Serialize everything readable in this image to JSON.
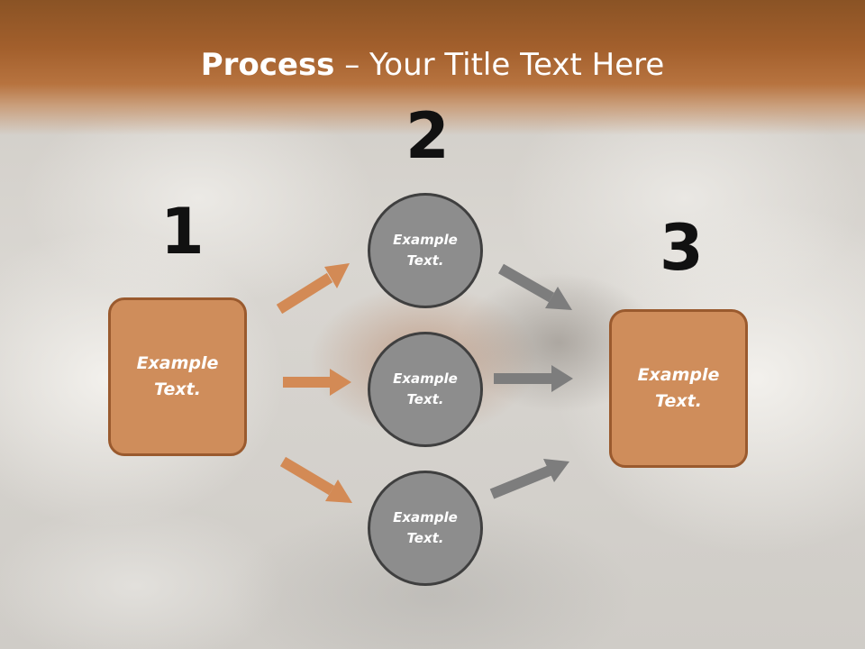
{
  "title": {
    "bold": "Process",
    "rest": " – Your Title Text Here"
  },
  "steps": [
    {
      "number": "1",
      "text": "Example Text."
    },
    {
      "number": "2",
      "circles": [
        "Example Text.",
        "Example Text.",
        "Example Text."
      ]
    },
    {
      "number": "3",
      "text": "Example Text."
    }
  ],
  "colors": {
    "band": "#a25f2c",
    "box_fill": "#cf8d5b",
    "box_border": "#9a5a2e",
    "circle_fill": "#8d8d8d",
    "circle_border": "#3f3f3f",
    "arrow_orange": "#d38a55",
    "arrow_gray": "#7d7d7d"
  }
}
